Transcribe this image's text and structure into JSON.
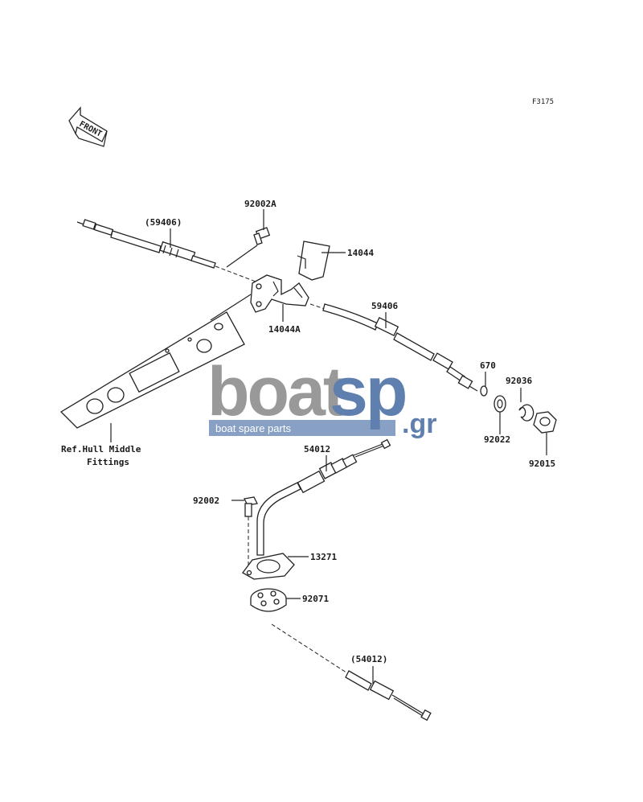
{
  "figure_code": "F3175",
  "front_label": "FRONT",
  "reference_note": {
    "line1": "Ref.Hull Middle",
    "line2": "Fittings"
  },
  "callouts": {
    "c59406_paren": "(59406)",
    "c92002A": "92002A",
    "c14044": "14044",
    "c14044A": "14044A",
    "c59406": "59406",
    "c670": "670",
    "c92036": "92036",
    "c92022": "92022",
    "c92015": "92015",
    "c54012": "54012",
    "c92002": "92002",
    "c13271": "13271",
    "c92071": "92071",
    "c54012_paren": "(54012)"
  },
  "watermark": {
    "word1": "boat",
    "word2": "sp",
    "tld": ".gr",
    "tagline": "boat spare parts",
    "color_gray": "#8c8c8c",
    "color_blue": "#4a6fa5"
  }
}
